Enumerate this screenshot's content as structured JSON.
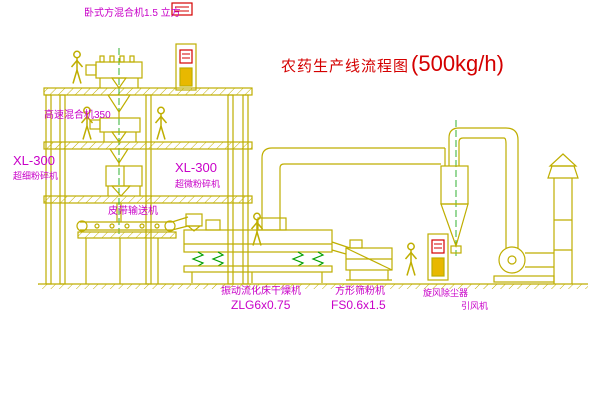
{
  "title": {
    "text": "农药生产线流程图",
    "capacity": "(500kg/h)"
  },
  "labels": {
    "top_mixer": "卧式方混合机1.5 立方",
    "high_speed_mixer": "高速混合机350",
    "left_mill": {
      "model": "XL-300",
      "name": "超细粉碎机"
    },
    "center_mill": {
      "model": "XL-300",
      "name": "超微粉碎机"
    },
    "belt_conveyor": "皮带输送机",
    "dryer": {
      "name": "振动流化床干燥机",
      "model": "ZLG6x0.75"
    },
    "sieve": {
      "name": "方形筛粉机",
      "model": "FS0.6x1.5"
    },
    "cyclone": "旋风除尘器",
    "fan": "引风机"
  },
  "colors": {
    "background": "#ffffff",
    "line_yellow": "#bfae00",
    "label_magenta": "#c800c8",
    "title_red": "#d40000",
    "accent_green": "#00a000",
    "cabinet_fill": "#e8b800"
  }
}
